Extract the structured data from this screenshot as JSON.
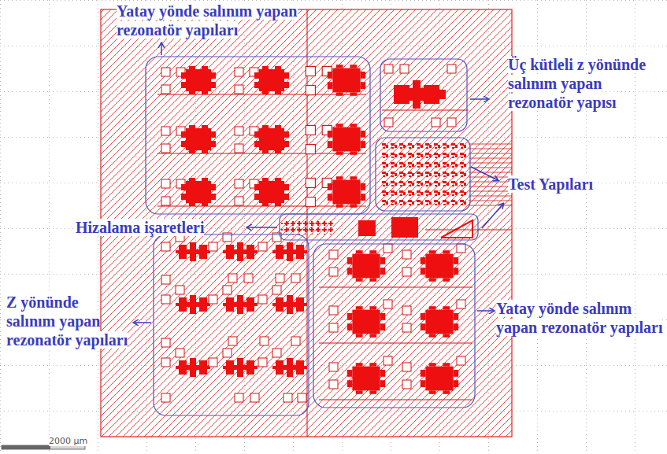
{
  "diagram": {
    "labels": [
      "Yatay yönde salınım yapan rezonatör yapıları",
      "Üç kütleli z yönünde salınım yapan rezonatör yapısı",
      "Test Yapıları",
      "Hizalama işaretleri",
      "Z yönünde salınım yapan rezonatör yapıları",
      "Yatay yönde salınım yapan rezonatör yapıları",
      "2000 µm"
    ]
  }
}
